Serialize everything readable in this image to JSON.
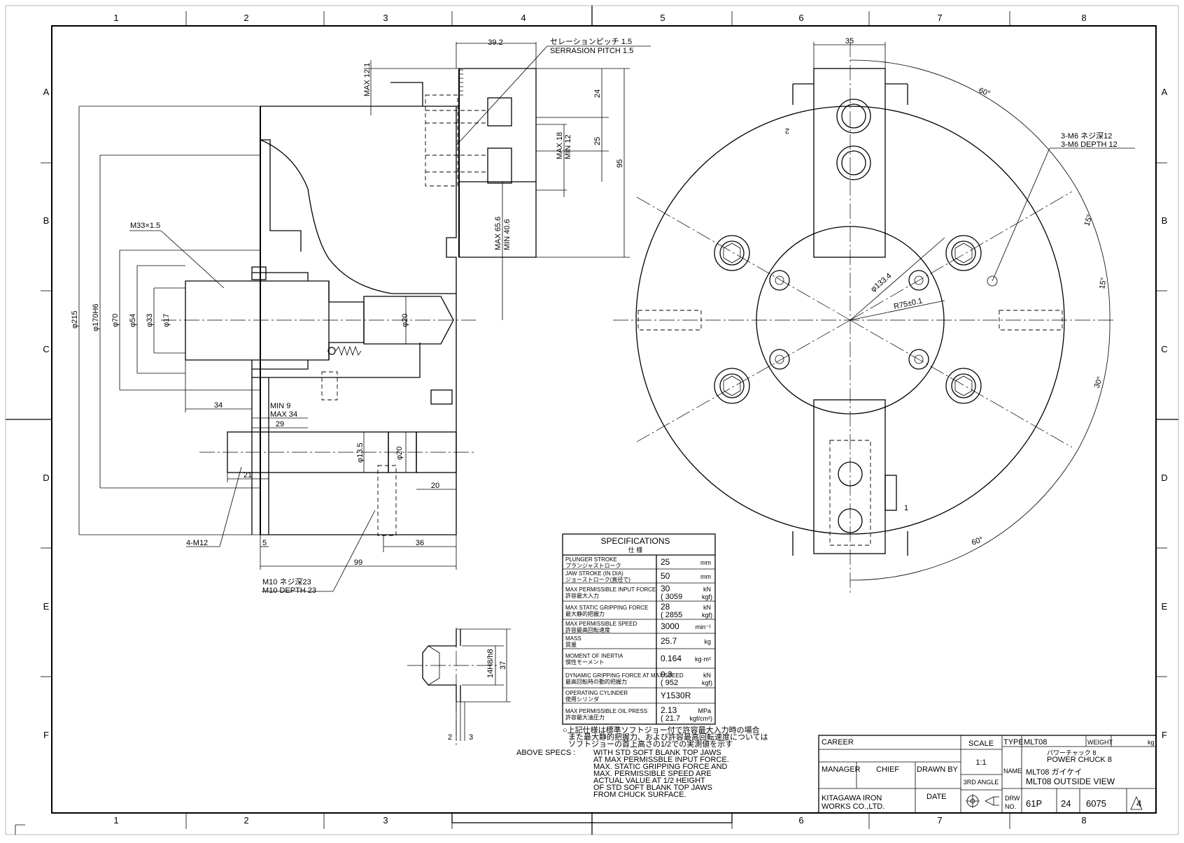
{
  "frame": {
    "col_labels": [
      "1",
      "2",
      "3",
      "4",
      "5",
      "6",
      "7",
      "8"
    ],
    "row_labels": [
      "A",
      "B",
      "C",
      "D",
      "E",
      "F"
    ]
  },
  "side_view": {
    "serration_ja": "セレーションピッチ 1.5",
    "serration_en": "SERRASION PITCH 1.5",
    "dims": {
      "d39_2": "39.2",
      "max12_1": "MAX 12.1",
      "d24": "24",
      "d25": "25",
      "d95": "95",
      "max18": "MAX 18",
      "min12": "MIN 12",
      "max65_6": "MAX 65.6",
      "min40_6": "MIN 40.6",
      "m33": "M33×1.5",
      "phi215": "φ215",
      "phi170": "φ170H6",
      "phi70": "φ70",
      "phi54": "φ54",
      "phi33": "φ33",
      "phi17": "φ17",
      "phi20a": "φ20",
      "d34": "34",
      "min9": "MIN 9",
      "max34": "MAX 34",
      "d29": "29",
      "phi13_5": "φ13.5",
      "phi20b": "φ20",
      "d21": "21",
      "d20": "20",
      "m12": "4-M12",
      "d5": "5",
      "d36": "36",
      "d99": "99",
      "m10_ja": "M10 ネジ深23",
      "m10_en": "M10 DEPTH 23"
    }
  },
  "front_view": {
    "d35": "35",
    "deg60a": "60°",
    "deg60b": "60°",
    "deg15a": "15°",
    "deg15b": "15°",
    "deg30": "30°",
    "m6_ja": "3-M6 ネジ深12",
    "m6_en": "3-M6 DEPTH 12",
    "phi133": "φ133.4",
    "r75": "R75±0.1",
    "jaw2": "2",
    "jaw1": "1"
  },
  "jaw_detail": {
    "d37": "37",
    "d14": "14H8/h8",
    "d2": "2",
    "d3": "3"
  },
  "specifications": {
    "title": "SPECIFICATIONS",
    "title_ja": "仕 様",
    "rows": [
      {
        "en": "PLUNGER STROKE",
        "ja": "プランジャストローク",
        "value": "25",
        "value2": "",
        "unit": "mm"
      },
      {
        "en": "JAW STROKE (IN DIA)",
        "ja": "ジョーストローク(直径で)",
        "value": "50",
        "value2": "",
        "unit": "mm"
      },
      {
        "en": "MAX PERMISSIBLE INPUT FORCE",
        "ja": "許容最大入力",
        "value": "30",
        "value2": "( 3059",
        "unit": "kN",
        "unit2": "kgf)"
      },
      {
        "en": "MAX STATIC GRIPPING FORCE",
        "ja": "最大静的把握力",
        "value": "28",
        "value2": "( 2855",
        "unit": "kN",
        "unit2": "kgf)"
      },
      {
        "en": "MAX PERMISSIBLE SPEED",
        "ja": "許容最高回転速度",
        "value": "3000",
        "value2": "",
        "unit": "min⁻¹"
      },
      {
        "en": "MASS",
        "ja": "質量",
        "value": "25.7",
        "value2": "",
        "unit": "kg"
      },
      {
        "en": "MOMENT OF INERTIA",
        "ja": "慣性モーメント",
        "value": "0.164",
        "value2": "",
        "unit": "kg·m²"
      },
      {
        "en": "DYNAMIC GRIPPING FORCE AT MAX SPEED",
        "ja": "最高回転時の動的把握力",
        "value": "9.3",
        "value2": "( 952",
        "unit": "kN",
        "unit2": "kgf)"
      },
      {
        "en": "OPERATING CYLINDER",
        "ja": "使用シリンダ",
        "value": "Y1530R",
        "value2": "",
        "unit": ""
      },
      {
        "en": "MAX PERMISSIBLE OIL PRESS",
        "ja": "許容最大油圧力",
        "value": "2.13",
        "value2": "( 21.7",
        "unit": "MPa",
        "unit2": "kgf/cm²)"
      }
    ]
  },
  "notes": {
    "ja": [
      "○上記仕様は標準ソフトジョー付で許容最大入力時の場合",
      "また最大静的把握力、および許容最高回転速度については",
      "ソフトジョーの首上高さの1/2での実測値を示す"
    ],
    "label": "ABOVE SPECS :",
    "en": [
      "WITH STD SOFT BLANK TOP JAWS",
      "AT MAX PERMISSBLE INPUT FORCE.",
      "MAX. STATIC GRIPPING FORCE AND",
      "MAX. PERMISSIBLE SPEED ARE",
      "ACTUAL VALUE AT 1/2 HEIGHT",
      "OF STD SOFT BLANK TOP JAWS",
      "FROM CHUCK SURFACE."
    ]
  },
  "title_block": {
    "career": "CAREER",
    "manager": "MANAGER",
    "chief": "CHIEF",
    "drawn_by": "DRAWN BY",
    "scale_label": "SCALE",
    "scale_value": "1:1",
    "angle": "3RD ANGLE",
    "date": "DATE",
    "company_1": "KITAGAWA IRON",
    "company_2": "WORKS CO.,LTD.",
    "type_label": "TYPE",
    "type_value": "MLT08",
    "weight_label": "WEIGHT",
    "weight_unit": "kg",
    "name_label": "NAME",
    "name_ja": "パワーチャック 8",
    "name_en": "POWER CHUCK 8",
    "view_ja": "MLT08 ガイケイ",
    "view_en": "MLT08 OUTSIDE VIEW",
    "drw_label_1": "DRW",
    "drw_label_2": "NO.",
    "drw_1": "61P",
    "drw_2": "24",
    "drw_3": "6075",
    "drw_4": "4"
  }
}
